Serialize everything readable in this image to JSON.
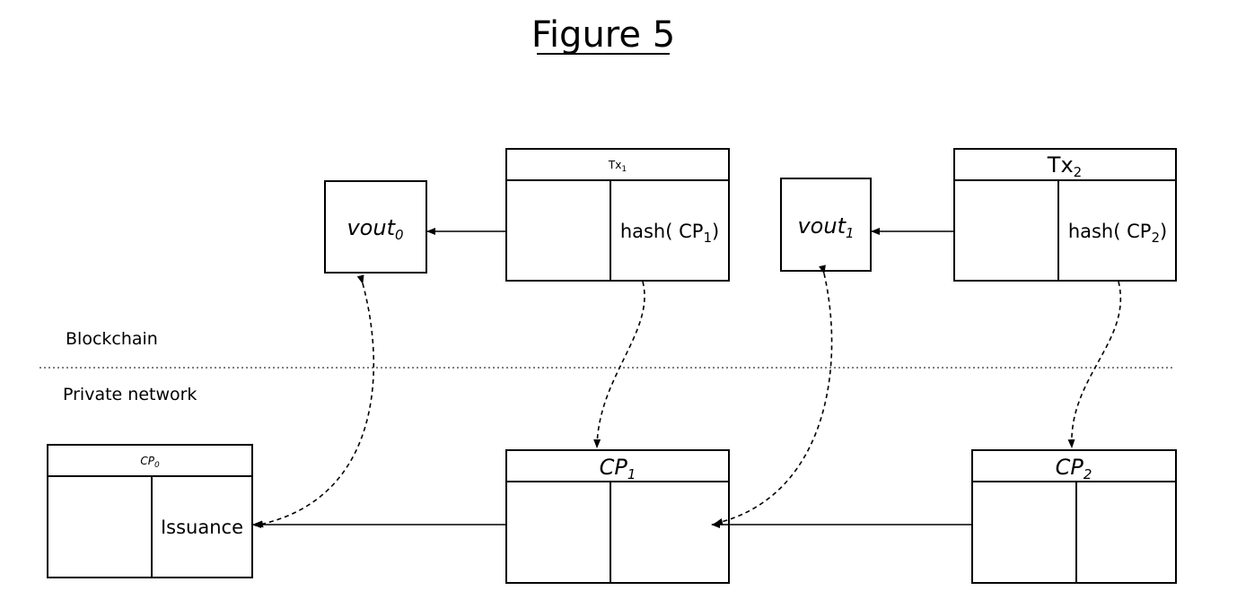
{
  "figure_title": "Figure 5",
  "regions": {
    "upper": "Blockchain",
    "lower": "Private network"
  },
  "nodes": {
    "vout0": {
      "label": "vout",
      "sub": "0"
    },
    "vout1": {
      "label": "vout",
      "sub": "1"
    },
    "tx1": {
      "header": "Tx",
      "header_sub": "1",
      "right_text": "hash( CP",
      "right_sub": "1",
      "right_close": ")"
    },
    "tx2": {
      "header": "Tx",
      "header_sub": "2",
      "right_text": "hash( CP",
      "right_sub": "2",
      "right_close": ")"
    },
    "cp0": {
      "header": "CP",
      "header_sub": "0",
      "right_text": "Issuance"
    },
    "cp1": {
      "header": "CP",
      "header_sub": "1"
    },
    "cp2": {
      "header": "CP",
      "header_sub": "2"
    }
  }
}
